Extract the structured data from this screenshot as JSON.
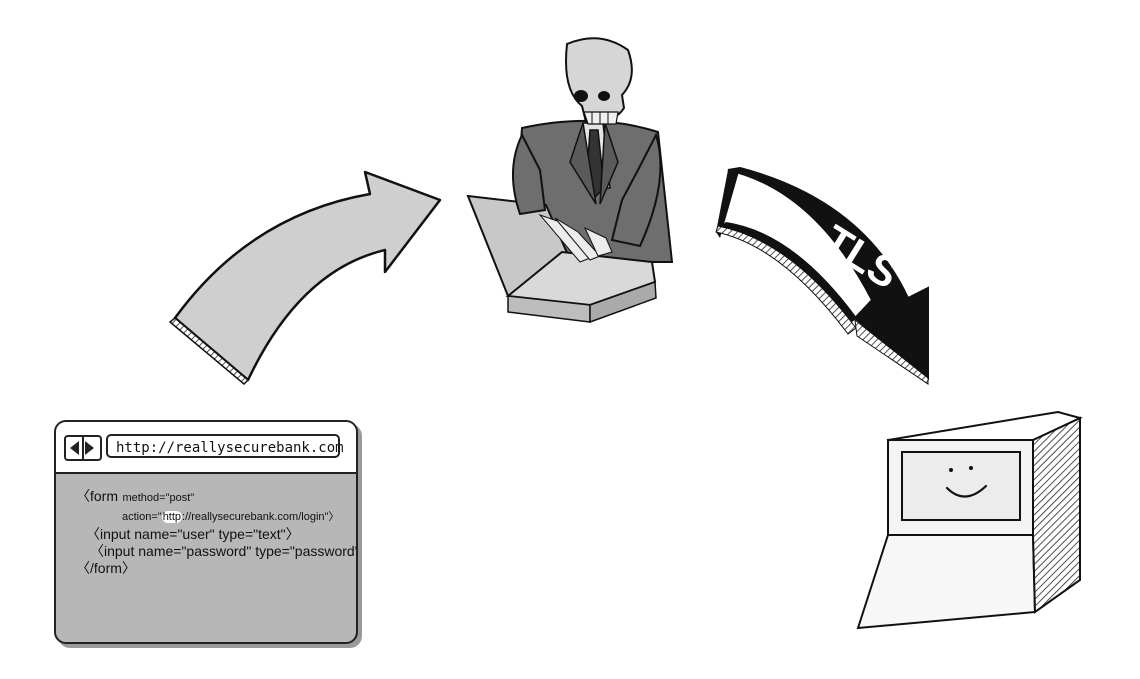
{
  "browser": {
    "url": "http://reallysecurebank.com",
    "code": {
      "form_open": "〈form",
      "method_attr": "method=\"post\"",
      "action_attr_prefix": "action=\"",
      "action_attr_highlight": "http",
      "action_attr_rest": "://reallysecurebank.com/login\"〉",
      "input_user": "〈input name=\"user\" type=\"text\"〉",
      "input_password": "〈input name=\"password\" type=\"password\"〉",
      "form_close": "〈/form〉"
    }
  },
  "arrow_tls": {
    "label": "TLS"
  },
  "colors": {
    "arrow_gray": "#cfcfcf",
    "arrow_black": "#111111",
    "suit": "#6e6e6e",
    "skull": "#d6d6d6",
    "laptop": "#c8c8c8"
  }
}
